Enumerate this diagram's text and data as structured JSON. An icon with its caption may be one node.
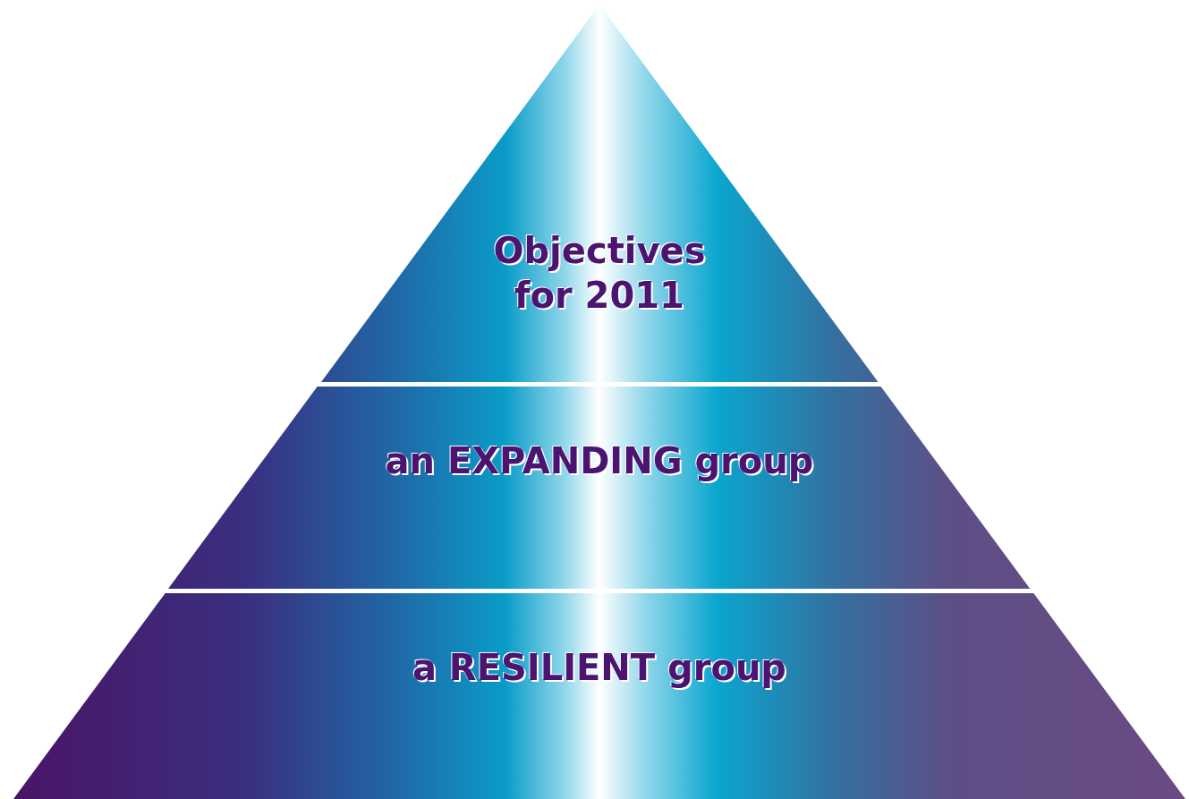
{
  "diagram": {
    "nodes": [
      {
        "text": [
          "Objectives for 2011"
        ]
      },
      {
        "text": [
          "an EXPANDING group"
        ]
      },
      {
        "text": [
          "a RESILIENT group"
        ]
      }
    ]
  }
}
